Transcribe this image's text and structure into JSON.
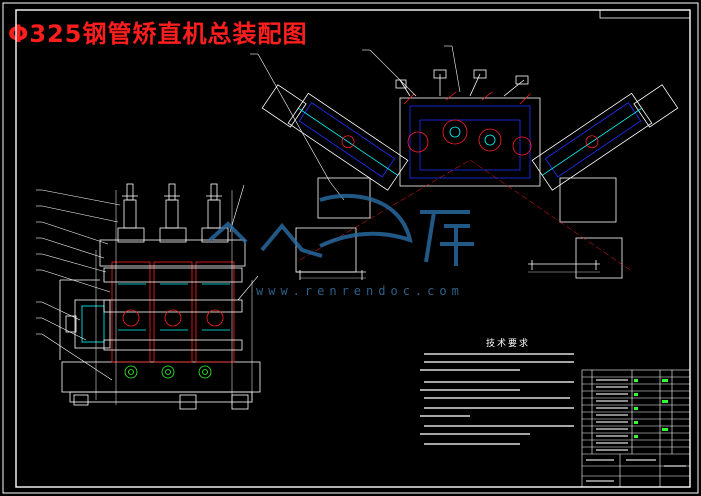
{
  "title": "Φ325钢管矫直机总装配图",
  "watermark": {
    "url": "www.renrendoc.com"
  },
  "notes": {
    "title": "技术要求"
  },
  "colors": {
    "background": "#000000",
    "title": "#ff1e1e",
    "frame": "#ffffff",
    "parts_blue": "#2030ff",
    "parts_red": "#ff2020",
    "parts_cyan": "#00ffff",
    "parts_green": "#30ff30",
    "parts_yellow": "#ffff40"
  }
}
